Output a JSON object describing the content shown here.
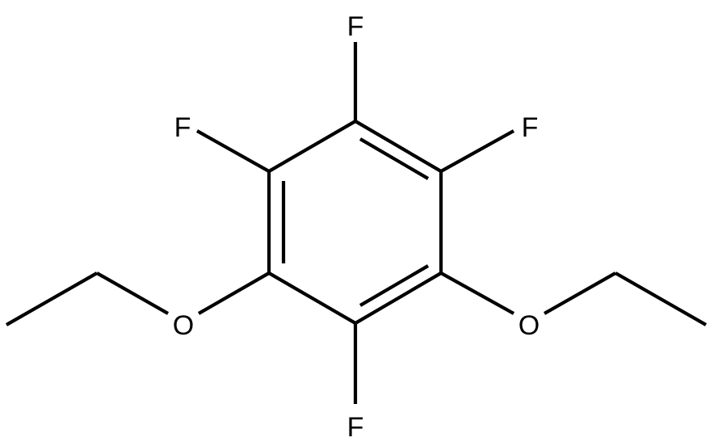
{
  "molecule": {
    "atoms": {
      "f_top": "F",
      "f_upper_left": "F",
      "f_upper_right": "F",
      "f_bottom": "F",
      "o_left": "O",
      "o_right": "O"
    }
  }
}
